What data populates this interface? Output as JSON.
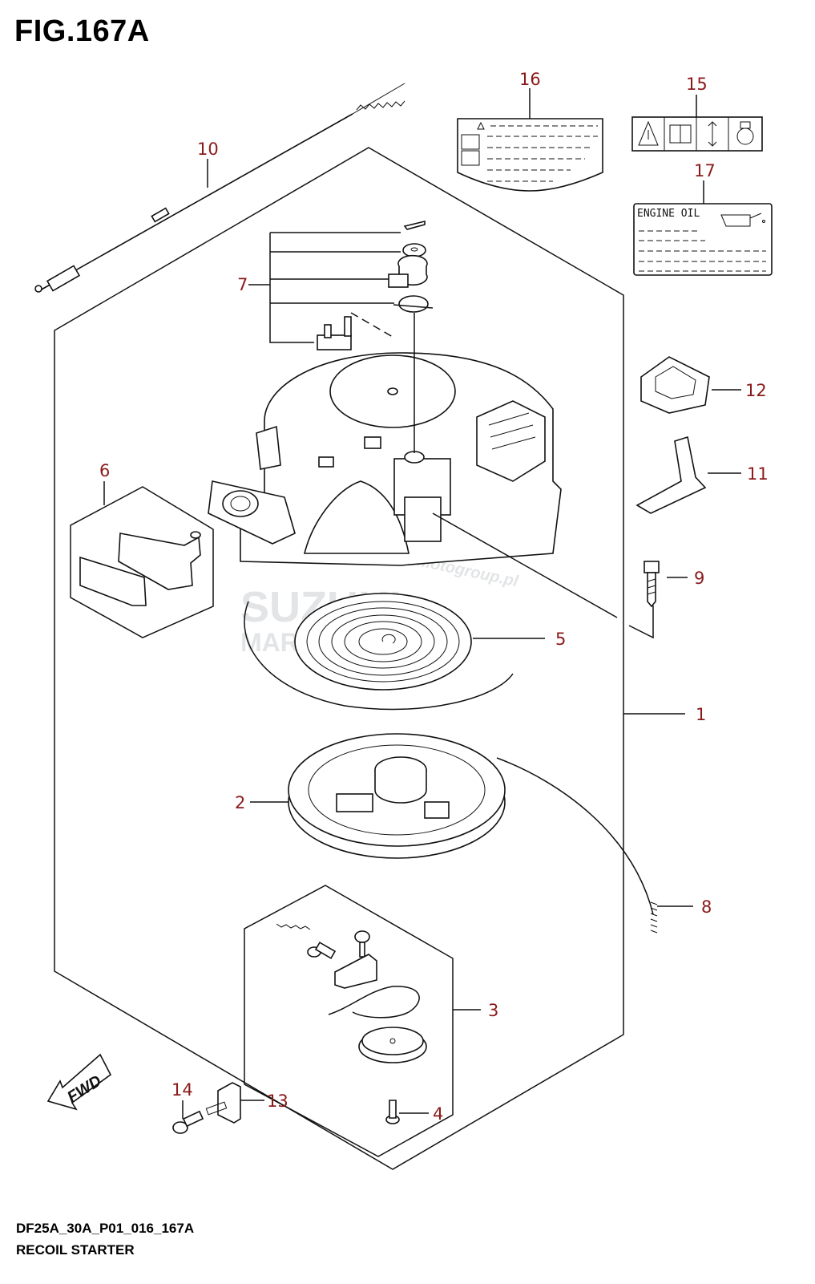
{
  "header": {
    "figure_title": "FIG.167A"
  },
  "footer": {
    "code": "DF25A_30A_P01_016_167A",
    "name": "RECOIL STARTER"
  },
  "callouts": [
    {
      "id": "p1",
      "label": "1"
    },
    {
      "id": "p2",
      "label": "2"
    },
    {
      "id": "p3",
      "label": "3"
    },
    {
      "id": "p4",
      "label": "4"
    },
    {
      "id": "p5",
      "label": "5"
    },
    {
      "id": "p6",
      "label": "6"
    },
    {
      "id": "p7",
      "label": "7"
    },
    {
      "id": "p8",
      "label": "8"
    },
    {
      "id": "p9",
      "label": "9"
    },
    {
      "id": "p10",
      "label": "10"
    },
    {
      "id": "p11",
      "label": "11"
    },
    {
      "id": "p12",
      "label": "12"
    },
    {
      "id": "p13",
      "label": "13"
    },
    {
      "id": "p14",
      "label": "14"
    },
    {
      "id": "p15",
      "label": "15"
    },
    {
      "id": "p16",
      "label": "16"
    },
    {
      "id": "p17",
      "label": "17"
    }
  ],
  "labels": {
    "engine_oil": "ENGINE OIL"
  },
  "fwd": "FWD",
  "watermark": {
    "brand": "SUZUKI",
    "sub": "MARINE PARTS",
    "site": "Motogroup.pl"
  },
  "colors": {
    "callout": "#8b1a1a",
    "line": "#111111"
  }
}
